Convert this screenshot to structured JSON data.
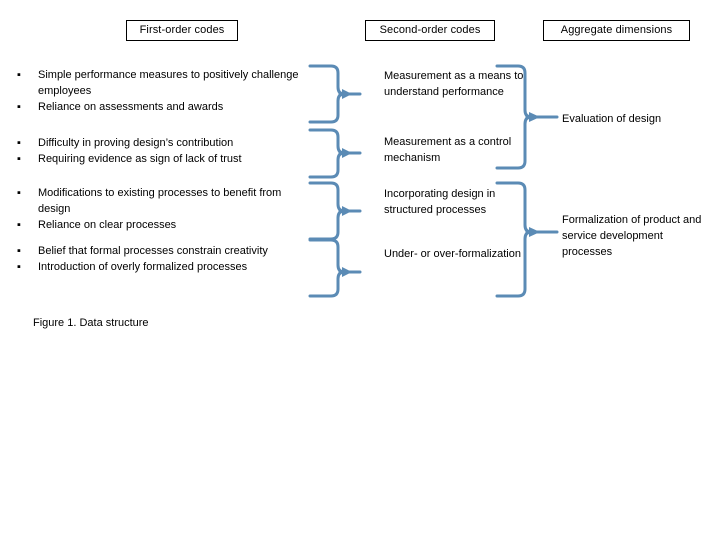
{
  "figure": {
    "caption": "Figure 1. Data structure",
    "brace_color": "#5B8BB5",
    "text_color": "#000000",
    "background": "#FFFFFF"
  },
  "headers": {
    "first_order": "First-order codes",
    "second_order": "Second-order codes",
    "aggregate": "Aggregate dimensions"
  },
  "first_order_groups": [
    {
      "id": "group-1",
      "items": [
        "Simple performance measures to positively challenge employees",
        "Reliance on assessments and awards"
      ]
    },
    {
      "id": "group-2",
      "items": [
        "Difficulty in proving design’s contribution",
        "Requiring evidence as sign of lack of trust"
      ]
    },
    {
      "id": "group-3",
      "items": [
        "Modifications to existing processes to benefit from design",
        "Reliance on clear processes"
      ]
    },
    {
      "id": "group-4",
      "items": [
        "Belief that formal processes constrain creativity",
        "Introduction of overly formalized processes"
      ]
    }
  ],
  "second_order_codes": [
    "Measurement as a means to understand performance",
    "Measurement as a control mechanism",
    "Incorporating design in structured processes",
    "Under- or over-formalization"
  ],
  "aggregate_dimensions": [
    "Evaluation of design",
    "Formalization of product and service development processes"
  ],
  "bullet_glyph": "▪"
}
